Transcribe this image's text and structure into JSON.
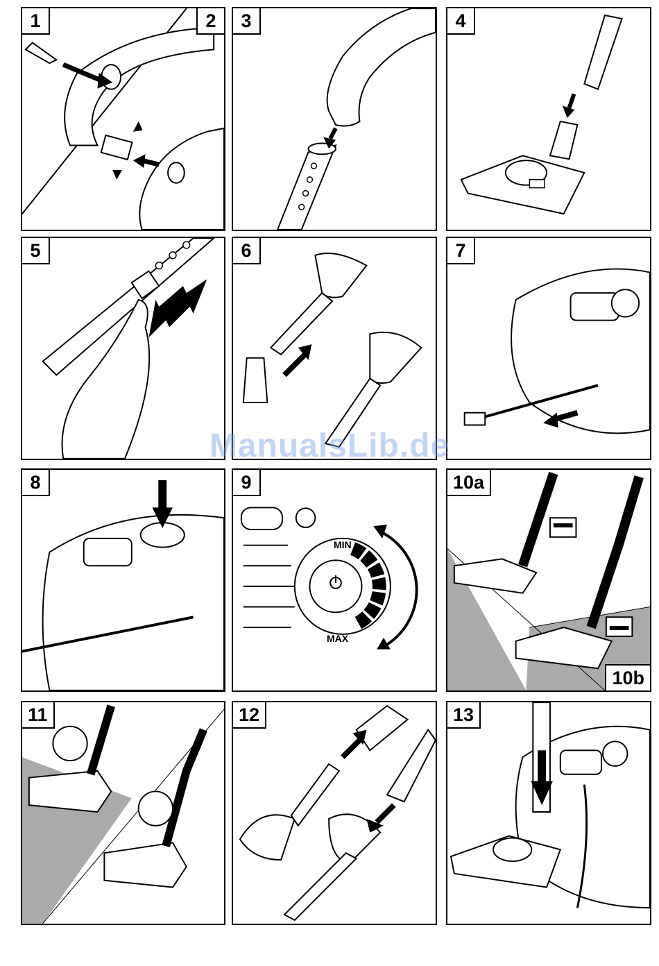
{
  "panels": {
    "p1": {
      "label": "1",
      "label2": "2"
    },
    "p3": {
      "label": "3"
    },
    "p4": {
      "label": "4"
    },
    "p5": {
      "label": "5"
    },
    "p6": {
      "label": "6"
    },
    "p7": {
      "label": "7"
    },
    "p8": {
      "label": "8"
    },
    "p9": {
      "label": "9",
      "min_label": "MIN",
      "max_label": "MAX"
    },
    "p10": {
      "label": "10a",
      "label2": "10b"
    },
    "p11": {
      "label": "11"
    },
    "p12": {
      "label": "12"
    },
    "p13": {
      "label": "13"
    }
  },
  "watermark": "ManualsLib.de",
  "icons": [
    "arrow-icon",
    "power-icon",
    "carpet-setting-icon",
    "hard-floor-setting-icon"
  ]
}
